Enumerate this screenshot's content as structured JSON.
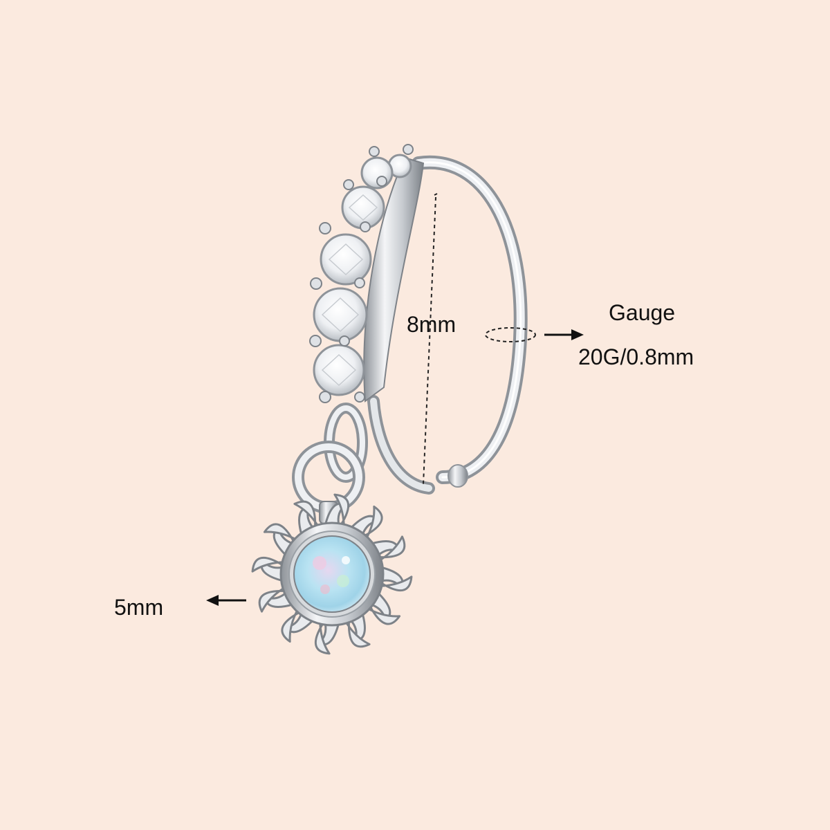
{
  "colors": {
    "background": "#fbeadf",
    "metal_dark": "#8e9399",
    "metal_mid": "#c7cbd0",
    "metal_light": "#f4f5f7",
    "gem": "#ffffff",
    "opal": "#b9e3f2",
    "text": "#111111"
  },
  "labels": {
    "diameter": "8mm",
    "gauge_title": "Gauge",
    "gauge_value": "20G/0.8mm",
    "pendant_size": "5mm"
  },
  "icons": {
    "gauge_arrow": "right-arrow-icon",
    "pendant_arrow": "left-arrow-icon"
  }
}
